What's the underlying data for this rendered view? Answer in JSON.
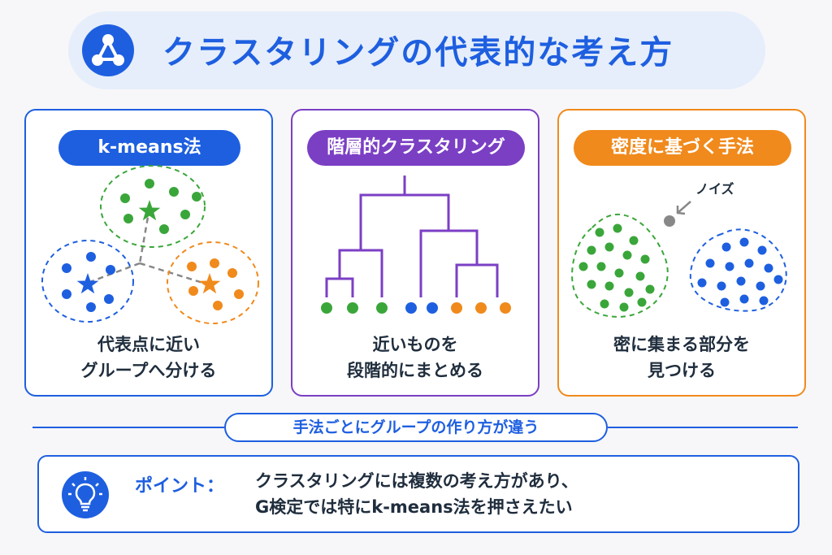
{
  "title": "クラスタリングの代表的な考え方",
  "panels": [
    {
      "label": "k-means法",
      "caption_line1": "代表点に近い",
      "caption_line2": "グループへ分ける",
      "color": "#1e5fe0"
    },
    {
      "label": "階層的クラスタリング",
      "caption_line1": "近いものを",
      "caption_line2": "段階的にまとめる",
      "color": "#7b3fc4"
    },
    {
      "label": "密度に基づく手法",
      "caption_line1": "密に集まる部分を",
      "caption_line2": "見つける",
      "noise_label": "ノイズ",
      "color": "#f08a1c"
    }
  ],
  "banner": "手法ごとにグループの作り方が違う",
  "point": {
    "label": "ポイント：",
    "line1": "クラスタリングには複数の考え方があり、",
    "line2": "G検定では特にk-means法を押さえたい"
  },
  "colors": {
    "green": "#3aa63a",
    "blue": "#1e5fe0",
    "orange": "#f08a1c",
    "purple": "#7b3fc4",
    "gray": "#888888"
  }
}
